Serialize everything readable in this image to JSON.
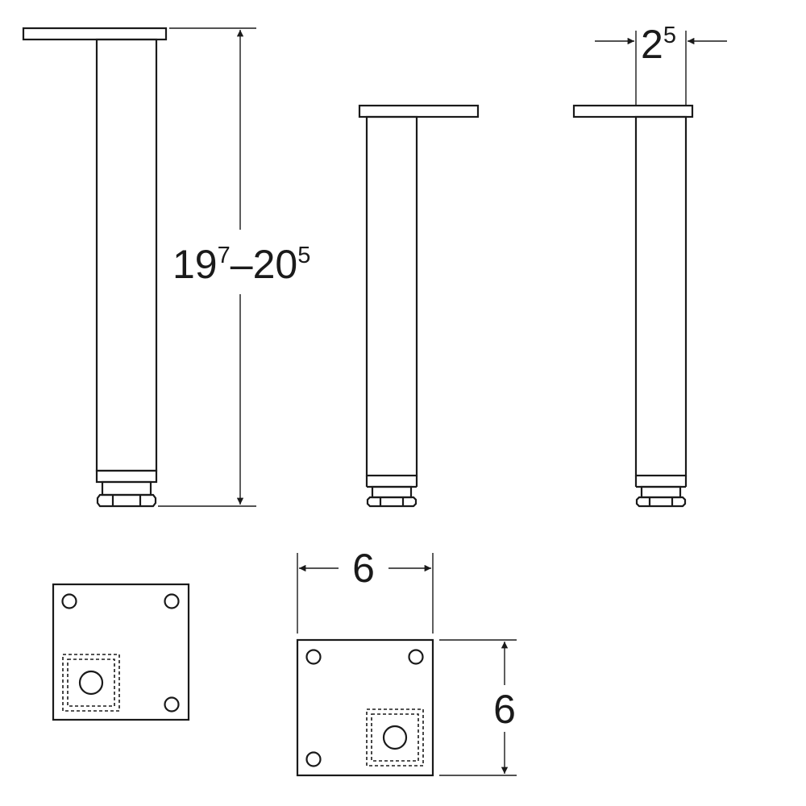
{
  "dimensions": {
    "height": {
      "min_base": "19",
      "min_sup": "7",
      "separator": "–",
      "max_base": "20",
      "max_sup": "5"
    },
    "tube_width": {
      "base": "2",
      "sup": "5"
    },
    "plate_width": "6",
    "plate_depth": "6"
  },
  "colors": {
    "line": "#1a1a1a",
    "background": "#ffffff"
  }
}
